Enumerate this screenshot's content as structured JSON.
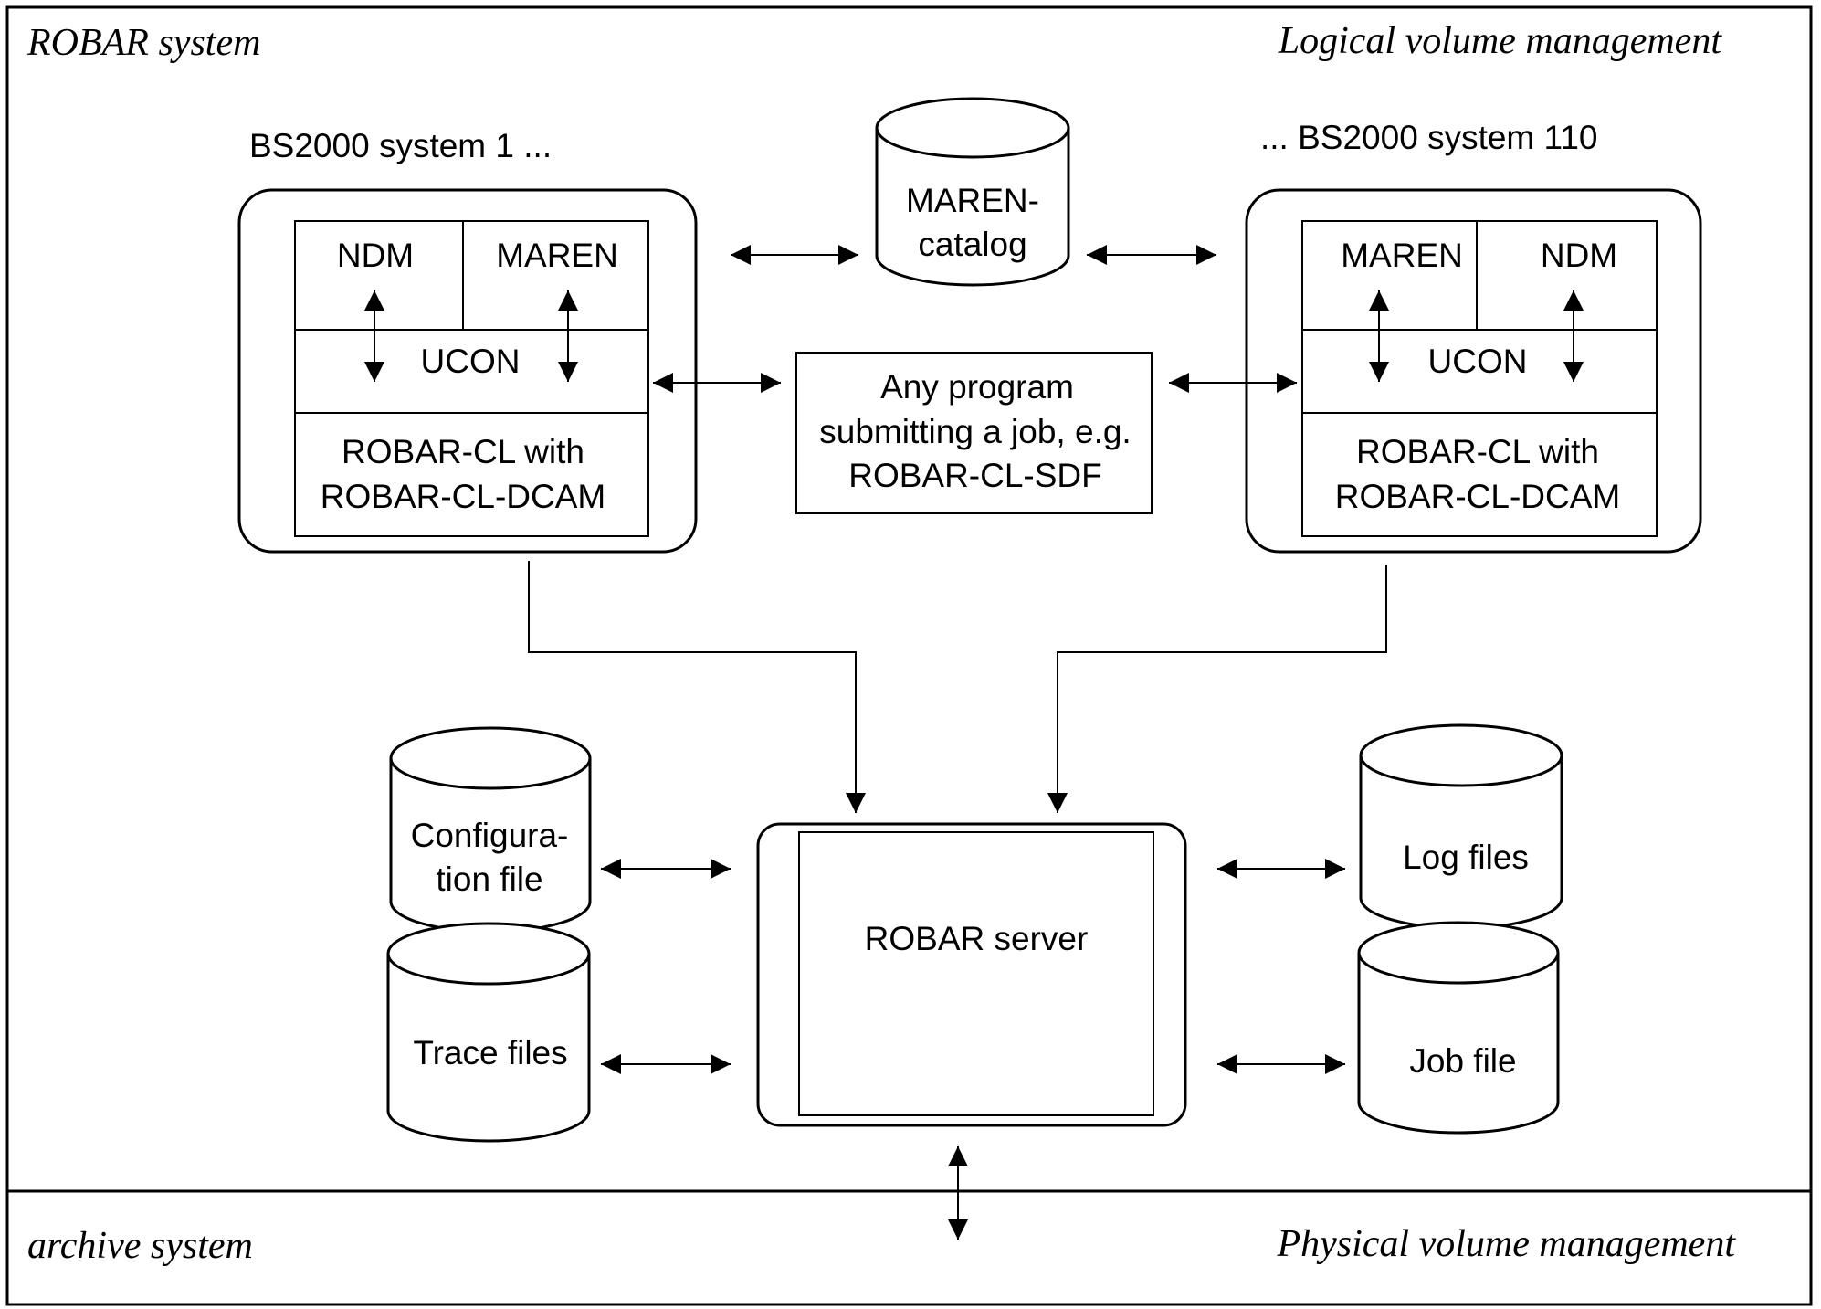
{
  "regions": {
    "robar_system": "ROBAR system",
    "logical_volume_management": "Logical volume management",
    "archive_system": "archive system",
    "physical_volume_management": "Physical volume management"
  },
  "system_left": {
    "title": "BS2000 system 1 ...",
    "ndm": "NDM",
    "maren": "MAREN",
    "ucon": "UCON",
    "robar_cl_line1": "ROBAR-CL with",
    "robar_cl_line2": "ROBAR-CL-DCAM"
  },
  "system_right": {
    "title": "... BS2000 system 110",
    "maren": "MAREN",
    "ndm": "NDM",
    "ucon": "UCON",
    "robar_cl_line1": "ROBAR-CL with",
    "robar_cl_line2": "ROBAR-CL-DCAM"
  },
  "maren_catalog": {
    "line1": "MAREN-",
    "line2": "catalog"
  },
  "job_program": {
    "line1": "Any program",
    "line2": "submitting a job, e.g.",
    "line3": "ROBAR-CL-SDF"
  },
  "robar_server": "ROBAR server",
  "files": {
    "configuration_line1": "Configura-",
    "configuration_line2": "tion file",
    "trace": "Trace files",
    "log": "Log files",
    "job": "Job file"
  }
}
